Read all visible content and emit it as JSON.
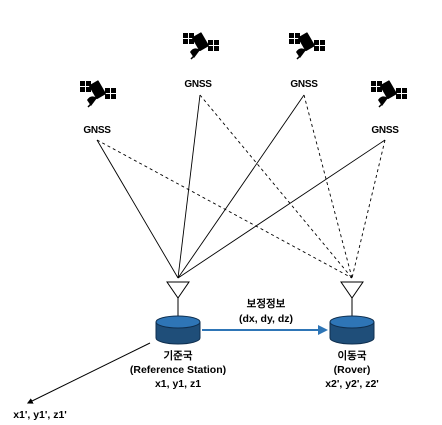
{
  "satellites": [
    {
      "label": "GNSS",
      "icon": "satellite-icon"
    },
    {
      "label": "GNSS",
      "icon": "satellite-icon"
    },
    {
      "label": "GNSS",
      "icon": "satellite-icon"
    },
    {
      "label": "GNSS",
      "icon": "satellite-icon"
    }
  ],
  "correction": {
    "title": "보정정보",
    "values": "(dx, dy, dz)"
  },
  "reference_station": {
    "name": "기준국",
    "english": "(Reference Station)",
    "coords": "x1, y1, z1",
    "projected": "x1', y1', z1'"
  },
  "rover": {
    "name": "이동국",
    "english": "(Rover)",
    "coords": "x2', y2', z2'"
  },
  "colors": {
    "receiver_fill": "#1f4e79",
    "receiver_top": "#2e75b6",
    "link_arrow": "#2e75b6",
    "line": "#000000"
  }
}
